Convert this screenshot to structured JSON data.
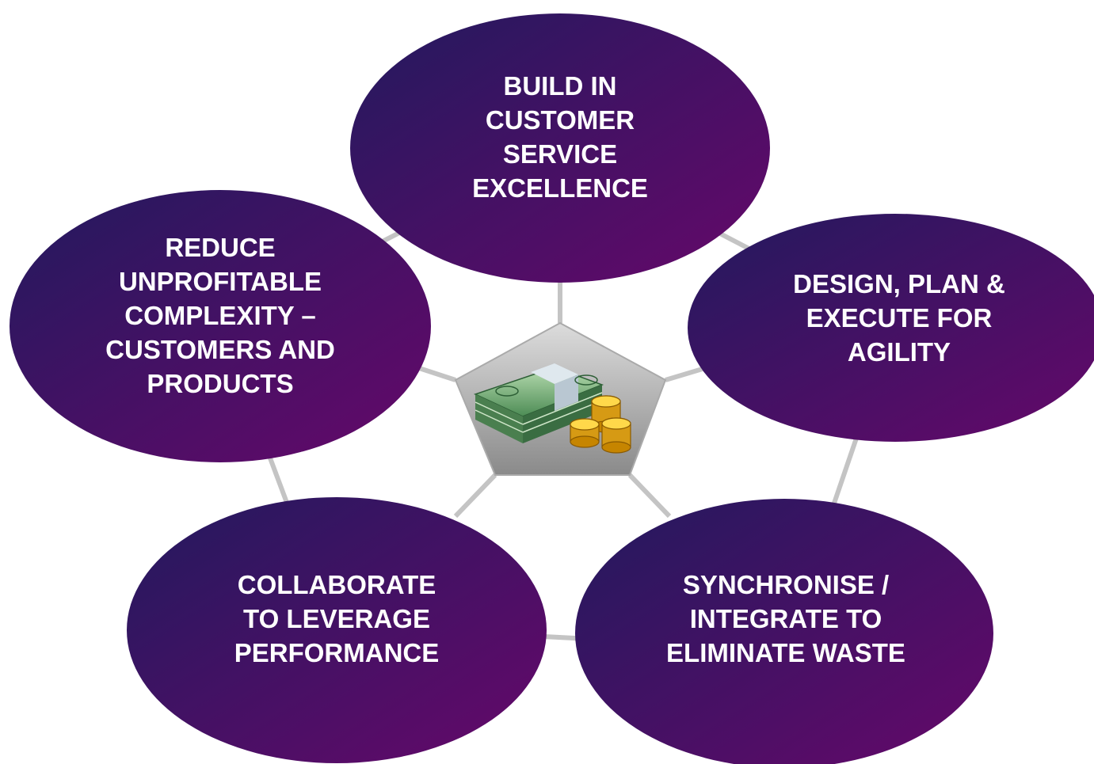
{
  "diagram": {
    "center": {
      "icon": "money-stack-and-coins-icon"
    },
    "nodes": [
      {
        "id": "top",
        "lines": [
          "BUILD IN",
          "CUSTOMER",
          "SERVICE",
          "EXCELLENCE"
        ]
      },
      {
        "id": "left",
        "lines": [
          "REDUCE",
          "UNPROFITABLE",
          "COMPLEXITY –",
          "CUSTOMERS AND",
          "PRODUCTS"
        ]
      },
      {
        "id": "right",
        "lines": [
          "DESIGN, PLAN &",
          "EXECUTE FOR",
          "AGILITY"
        ]
      },
      {
        "id": "bottom-left",
        "lines": [
          "COLLABORATE",
          "TO LEVERAGE",
          "PERFORMANCE"
        ]
      },
      {
        "id": "bottom-right",
        "lines": [
          "SYNCHRONISE /",
          "INTEGRATE TO",
          "ELIMINATE WASTE"
        ]
      }
    ],
    "colors": {
      "node_gradient_start": "#221a5e",
      "node_gradient_end": "#66086a",
      "connector": "#c4c4c4",
      "pentagon_light": "#d2d2d2",
      "pentagon_dark": "#7d7d7d"
    }
  }
}
